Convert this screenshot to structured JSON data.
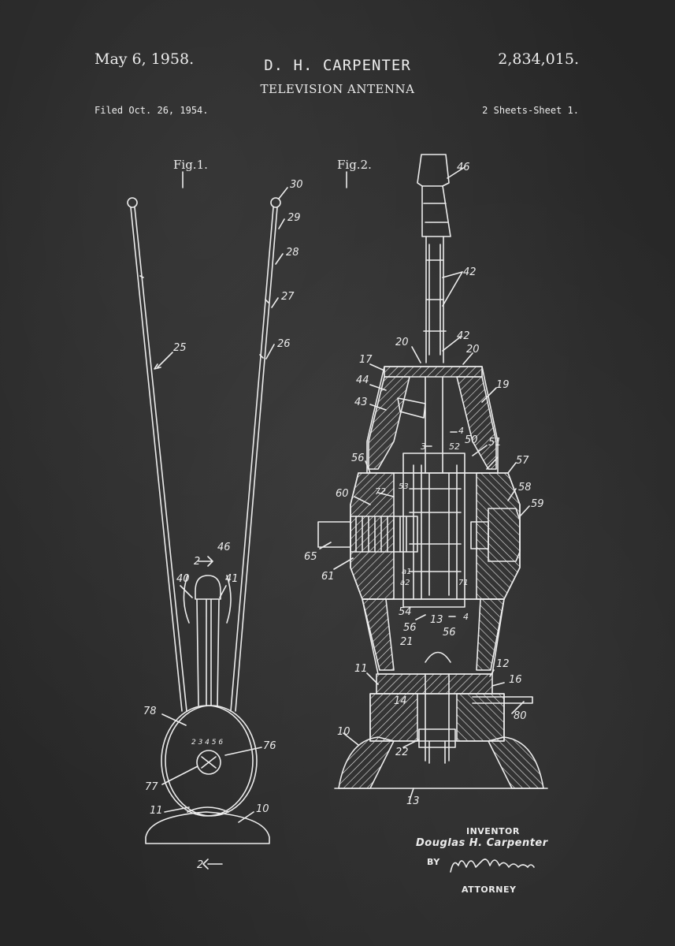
{
  "header": {
    "date": "May 6, 1958.",
    "inventor_header": "D. H. CARPENTER",
    "title": "TELEVISION ANTENNA",
    "patent_number": "2,834,015.",
    "filed": "Filed Oct. 26, 1954.",
    "sheets": "2 Sheets-Sheet 1."
  },
  "figures": {
    "fig1_label": "Fig.1.",
    "fig2_label": "Fig.2."
  },
  "fig1_refs": {
    "r30": "30",
    "r29": "29",
    "r28": "28",
    "r27": "27",
    "r26": "26",
    "r25": "25",
    "r46": "46",
    "r2": "2",
    "r40": "40",
    "r41": "41",
    "r78": "78",
    "r76": "76",
    "r77": "77",
    "r11": "11",
    "r10": "10",
    "dial": "2 3 4 5 6",
    "section": "2"
  },
  "fig2_refs": {
    "r46": "46",
    "r42a": "42",
    "r42b": "42",
    "r20a": "20",
    "r20b": "20",
    "r17": "17",
    "r44": "44",
    "r43": "43",
    "r19": "19",
    "r4a": "4",
    "r3": "3",
    "r52": "52",
    "r50": "50",
    "r51": "51",
    "r56a": "56",
    "r57": "57",
    "r53": "53",
    "r58": "58",
    "r60": "60",
    "r72": "72",
    "r59": "59",
    "r65": "65",
    "r61": "61",
    "ra1": "a1",
    "ra2": "a2",
    "r71": "71",
    "r54": "54",
    "r13a": "13",
    "r4b": "4",
    "r56b": "56",
    "r56c": "56",
    "r21": "21",
    "r11": "11",
    "r12": "12",
    "r16": "16",
    "r14": "14",
    "r80": "80",
    "r10": "10",
    "r22": "22",
    "r13b": "13"
  },
  "signature": {
    "inventor_label": "INVENTOR",
    "inventor_name": "Douglas H. Carpenter",
    "by": "BY",
    "signature_text": "William H. Moss",
    "attorney_label": "ATTORNEY"
  },
  "colors": {
    "background": "#2e2e2e",
    "ink": "#ececec"
  }
}
